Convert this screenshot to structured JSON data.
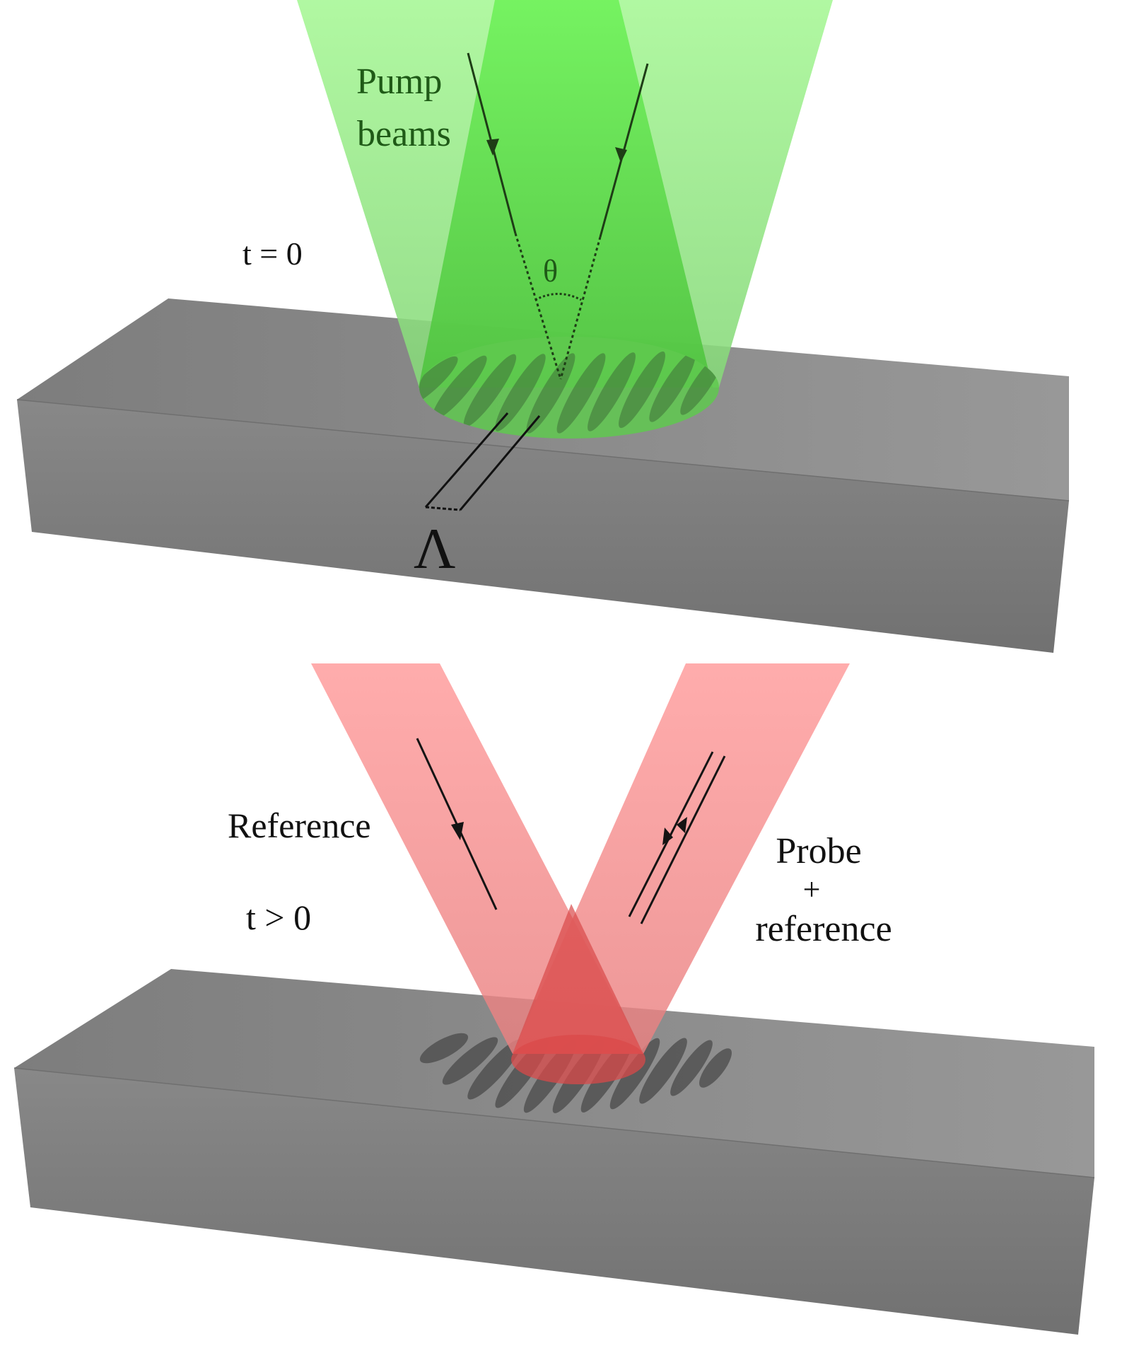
{
  "top_panel": {
    "time_label": "t = 0",
    "pump_label_line1": "Pump",
    "pump_label_line2": "beams",
    "angle_label": "θ",
    "period_label": "Λ"
  },
  "bottom_panel": {
    "time_label": "t > 0",
    "reference_label": "Reference",
    "probe_label_line1": "Probe",
    "probe_label_line2": "+",
    "probe_label_line3": "reference"
  },
  "colors": {
    "pump_green": "#5fe64a",
    "probe_red": "#f05a5a",
    "slab_gray": "#8a8a8a",
    "grating_dark": "#4a4a4a",
    "green_text": "#1f5a17"
  }
}
